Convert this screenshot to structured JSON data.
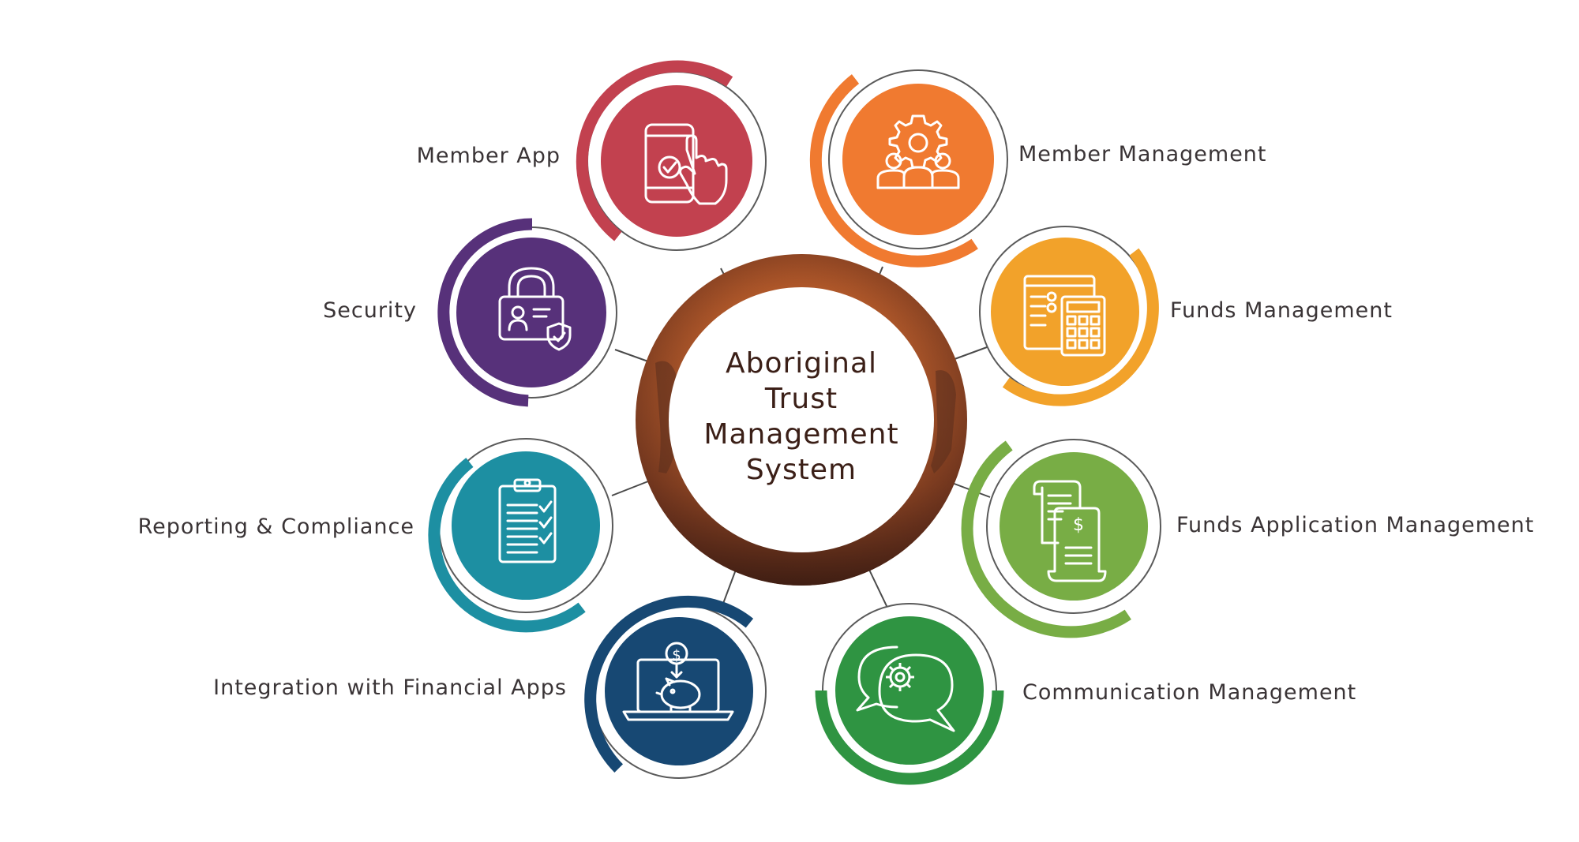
{
  "center": {
    "title_lines": [
      "Aboriginal",
      "Trust",
      "Management",
      "System"
    ]
  },
  "nodes": [
    {
      "key": "member-app",
      "label": "Member App",
      "color": "#c2414f",
      "icon": "phone-touch-icon"
    },
    {
      "key": "member-management",
      "label": "Member Management",
      "color": "#f07a30",
      "icon": "gear-people-icon"
    },
    {
      "key": "security",
      "label": "Security",
      "color": "#57317a",
      "icon": "lock-id-icon"
    },
    {
      "key": "funds-management",
      "label": "Funds Management",
      "color": "#f2a22a",
      "icon": "calculator-icon"
    },
    {
      "key": "reporting-compliance",
      "label": "Reporting & Compliance",
      "color": "#1d8fa2",
      "icon": "clipboard-checklist-icon"
    },
    {
      "key": "funds-application-management",
      "label": "Funds Application Management",
      "color": "#78ad45",
      "icon": "receipt-dollar-icon"
    },
    {
      "key": "integration-financial-apps",
      "label": "Integration with Financial Apps",
      "color": "#174873",
      "icon": "laptop-piggybank-icon"
    },
    {
      "key": "communication-management",
      "label": "Communication Management",
      "color": "#2f9442",
      "icon": "chat-gear-icon"
    }
  ]
}
